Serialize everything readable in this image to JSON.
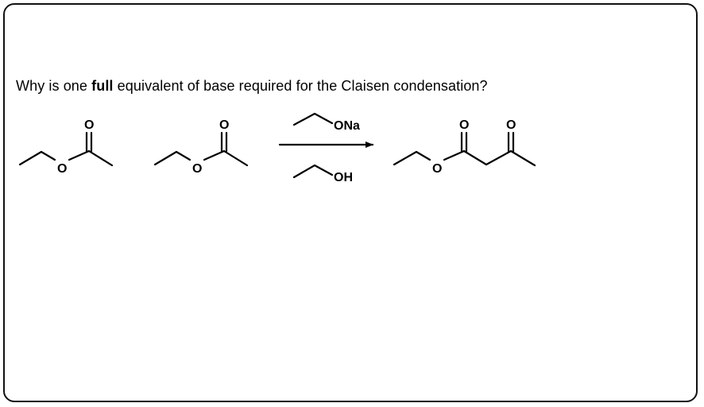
{
  "question": {
    "before": "Why is one ",
    "emphasis": "full",
    "after": " equivalent of base required for the Claisen condensation?"
  },
  "reactant_1": {
    "carbonyl_O": "O",
    "ester_O": "O"
  },
  "reactant_2": {
    "carbonyl_O": "O",
    "ester_O": "O"
  },
  "reagents": {
    "above_arrow": "ONa",
    "below_arrow": "OH"
  },
  "product": {
    "ester_carbonyl_O": "O",
    "ketone_O": "O",
    "ester_O": "O"
  }
}
